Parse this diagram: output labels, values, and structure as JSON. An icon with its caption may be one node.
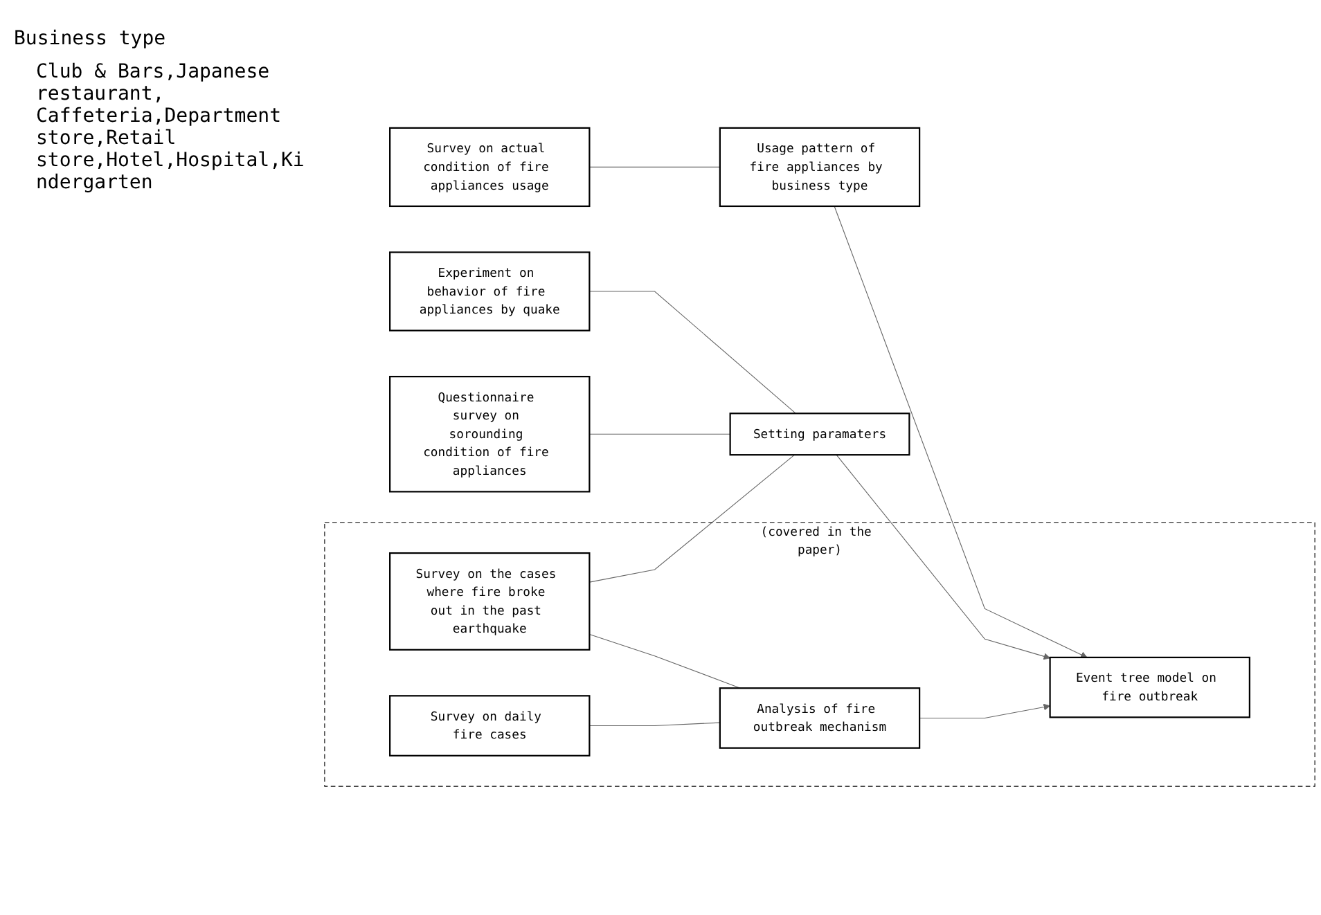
{
  "diagram": {
    "nodes": [
      {
        "text": [
          "Survey on actual condition of fire appliances usage"
        ]
      },
      {
        "text": [
          "Usage pattern of fire appliances by business type"
        ]
      },
      {
        "text": [
          "Experiment on behavior of fire appliances by quake"
        ]
      },
      {
        "text": [
          "Questionnaire survey on sorounding condition of fire appliances"
        ]
      },
      {
        "text": [
          "Setting paramaters"
        ]
      },
      {
        "text": [
          "(covered in the paper)"
        ]
      },
      {
        "text": [
          "Survey on the cases where fire broke out in the past earthquake"
        ],
        "in": 5
      },
      {
        "text": [
          "Survey on daily fire cases"
        ],
        "in": 5
      },
      {
        "text": [
          "Analysis of fire outbreak mechanism"
        ],
        "in": 5
      },
      {
        "text": [
          "Event tree model on fire outbreak"
        ],
        "in": 5
      }
    ],
    "edges": [
      {
        "from": 0,
        "to": 1,
        "arrow": "none"
      },
      {
        "from": 1,
        "to": 9,
        "arrow": "to"
      },
      {
        "from": 2,
        "to": 4,
        "arrow": "none"
      },
      {
        "from": 3,
        "to": 4,
        "arrow": "none"
      },
      {
        "from": 6,
        "to": 4,
        "arrow": "none"
      },
      {
        "from": 4,
        "to": 9,
        "arrow": "to"
      },
      {
        "from": 6,
        "to": 8,
        "arrow": "none"
      },
      {
        "from": 7,
        "to": 8,
        "arrow": "none"
      },
      {
        "from": 8,
        "to": 9,
        "arrow": "to"
      }
    ],
    "labels": [
      "Business type",
      "Club & Bars,Japanese restaurant, Caffeteria,Department store,Retail store,Hotel,Hospital,Kindergarten"
    ]
  }
}
